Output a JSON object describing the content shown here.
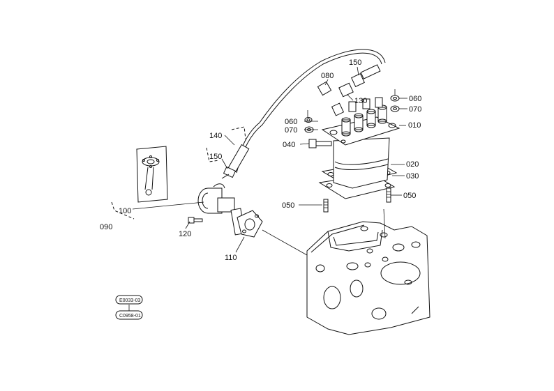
{
  "labels": {
    "p010": "010",
    "p020": "020",
    "p030": "030",
    "p040": "040",
    "p050a": "050",
    "p050b": "050",
    "p060a": "060",
    "p060b": "060",
    "p070a": "070",
    "p070b": "070",
    "p080": "080",
    "p090": "090",
    "p100": "100",
    "p110": "110",
    "p120": "120",
    "p130": "130",
    "p140": "140",
    "p150a": "150",
    "p150b": "150"
  },
  "badges": {
    "top": "E0033-03",
    "bottom": "C0958-01"
  }
}
